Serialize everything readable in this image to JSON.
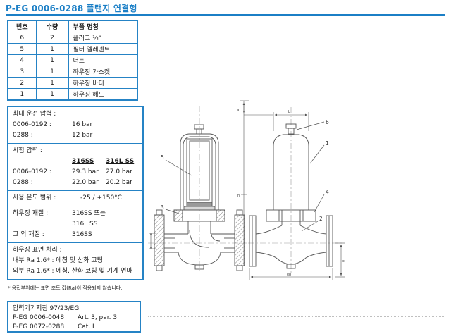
{
  "title": "P-EG 0006-0288 플랜지 연결형",
  "colors": {
    "accent": "#1b7fc6",
    "text": "#1a1a1a",
    "line": "#555555"
  },
  "parts_table": {
    "headers": [
      "번호",
      "수량",
      "부품 명칭"
    ],
    "rows": [
      [
        "6",
        "2",
        "플러그 ¼\""
      ],
      [
        "5",
        "1",
        "필터 엘레멘트"
      ],
      [
        "4",
        "1",
        "너트"
      ],
      [
        "3",
        "1",
        "하우징 가스켓"
      ],
      [
        "2",
        "1",
        "하우징 바디"
      ],
      [
        "1",
        "1",
        "하우징 헤드"
      ]
    ]
  },
  "specs": {
    "max_pressure": {
      "label": "최대 운전 압력 :",
      "rows": [
        [
          "0006-0192 :",
          "16 bar"
        ],
        [
          "0288 :",
          "12 bar"
        ]
      ]
    },
    "test_pressure": {
      "label": "시험 압력 :",
      "col_headers": [
        "316SS",
        "316L SS"
      ],
      "rows": [
        [
          "0006-0192 :",
          "29.3 bar",
          "27.0 bar"
        ],
        [
          "0288 :",
          "22.0 bar",
          "20.2 bar"
        ]
      ]
    },
    "temp_range": {
      "label": "사용 온도 범위 :",
      "value": "-25 / +150°C"
    },
    "materials": {
      "housing_label": "하우징 재질 :",
      "housing_value1": "316SS 또는",
      "housing_value2": "316L SS",
      "other_label": "그 외 재질 :",
      "other_value": "316SS"
    },
    "surface": {
      "label": "하우징 표면 처리 :",
      "line1": "내부 Ra 1.6* : 에칭 및 산화 코팅",
      "line2": "외부 Ra 1.6* : 에칭, 산화 코팅 및 기계 연마"
    }
  },
  "footnote": "* 용접부위에는 표면 조도 값(Ra)이 적용되지 않습니다.",
  "directive_box": {
    "title": "압력기기지침 97/23/EG",
    "rows": [
      [
        "P-EG 0006-0048",
        "Art. 3, par. 3"
      ],
      [
        "P-EG 0072-0288",
        "Cat. I"
      ]
    ]
  },
  "drawing": {
    "callouts": {
      "c1": "1",
      "c2": "2",
      "c3": "3",
      "c4": "4",
      "c5": "5",
      "c6": "6"
    },
    "dims": {
      "width": "b",
      "height_top": "a",
      "height_mid": "h",
      "overall": "(s)",
      "side": "c"
    }
  }
}
